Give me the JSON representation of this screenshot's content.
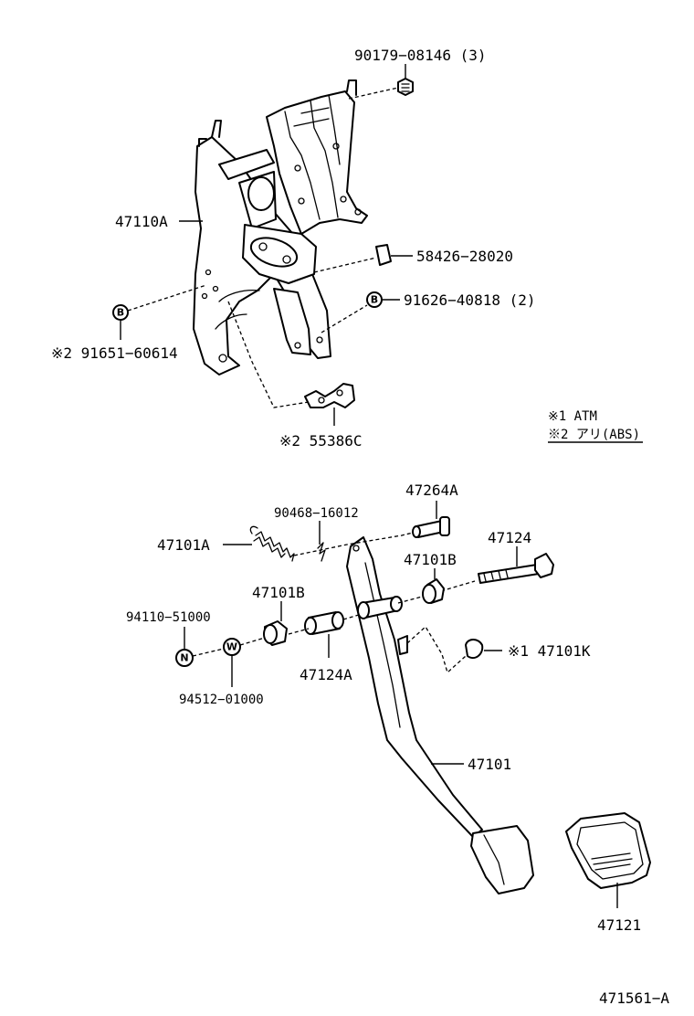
{
  "labels": {
    "p90179": "90179−08146 (3)",
    "p47110A": "47110A",
    "p58426": "58426−28020",
    "p91626": "91626−40818 (2)",
    "p91651": "※2 91651−60614",
    "p55386C": "※2 55386C",
    "p90468": "90468−16012",
    "p47264A": "47264A",
    "p47101A": "47101A",
    "p47124": "47124",
    "p47101B_right": "47101B",
    "p47101B_left": "47101B",
    "p94110": "94110−51000",
    "p94512": "94512−01000",
    "p47124A": "47124A",
    "p47101K": "※1 47101K",
    "p47101": "47101",
    "p47121": "47121",
    "figure_id": "471561−A"
  },
  "legend": {
    "note1": "※1 ATM",
    "note2": "※2 アリ(ABS)"
  },
  "badges": {
    "b_letter": "B",
    "n_letter": "N",
    "w_letter": "W"
  }
}
